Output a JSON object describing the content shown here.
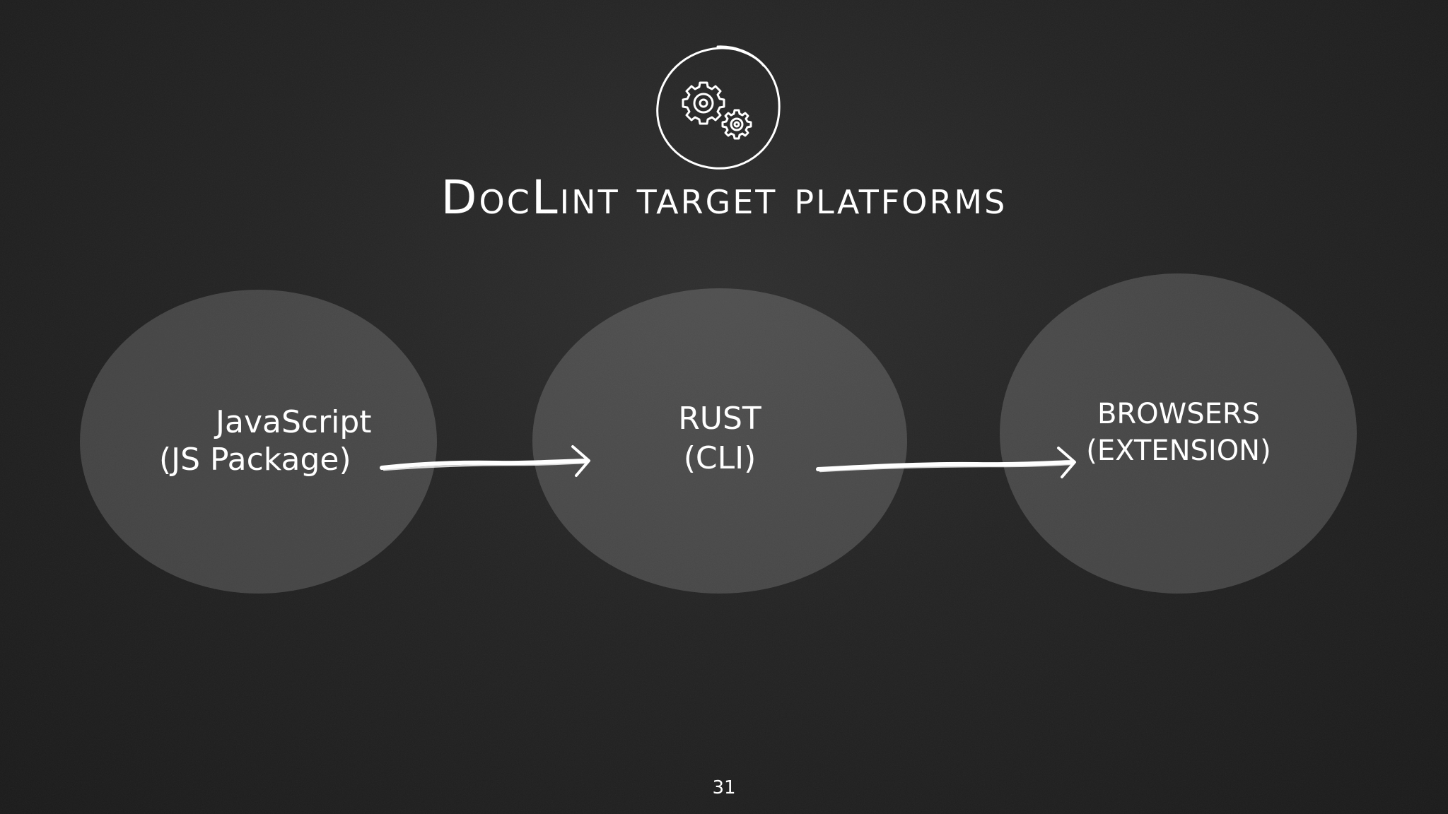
{
  "slide": {
    "title": "DocLint target platforms",
    "page_number": "31",
    "icon": "gears-icon",
    "nodes": [
      {
        "line1": "JavaScript",
        "line2": "(JS Package)"
      },
      {
        "line1": "RUST",
        "line2": "(CLI)"
      },
      {
        "line1": "BROWSERS",
        "line2": "(EXTENSION)"
      }
    ]
  },
  "colors": {
    "background": "#222222",
    "text": "#ffffff",
    "blob_fill": "#484848"
  }
}
